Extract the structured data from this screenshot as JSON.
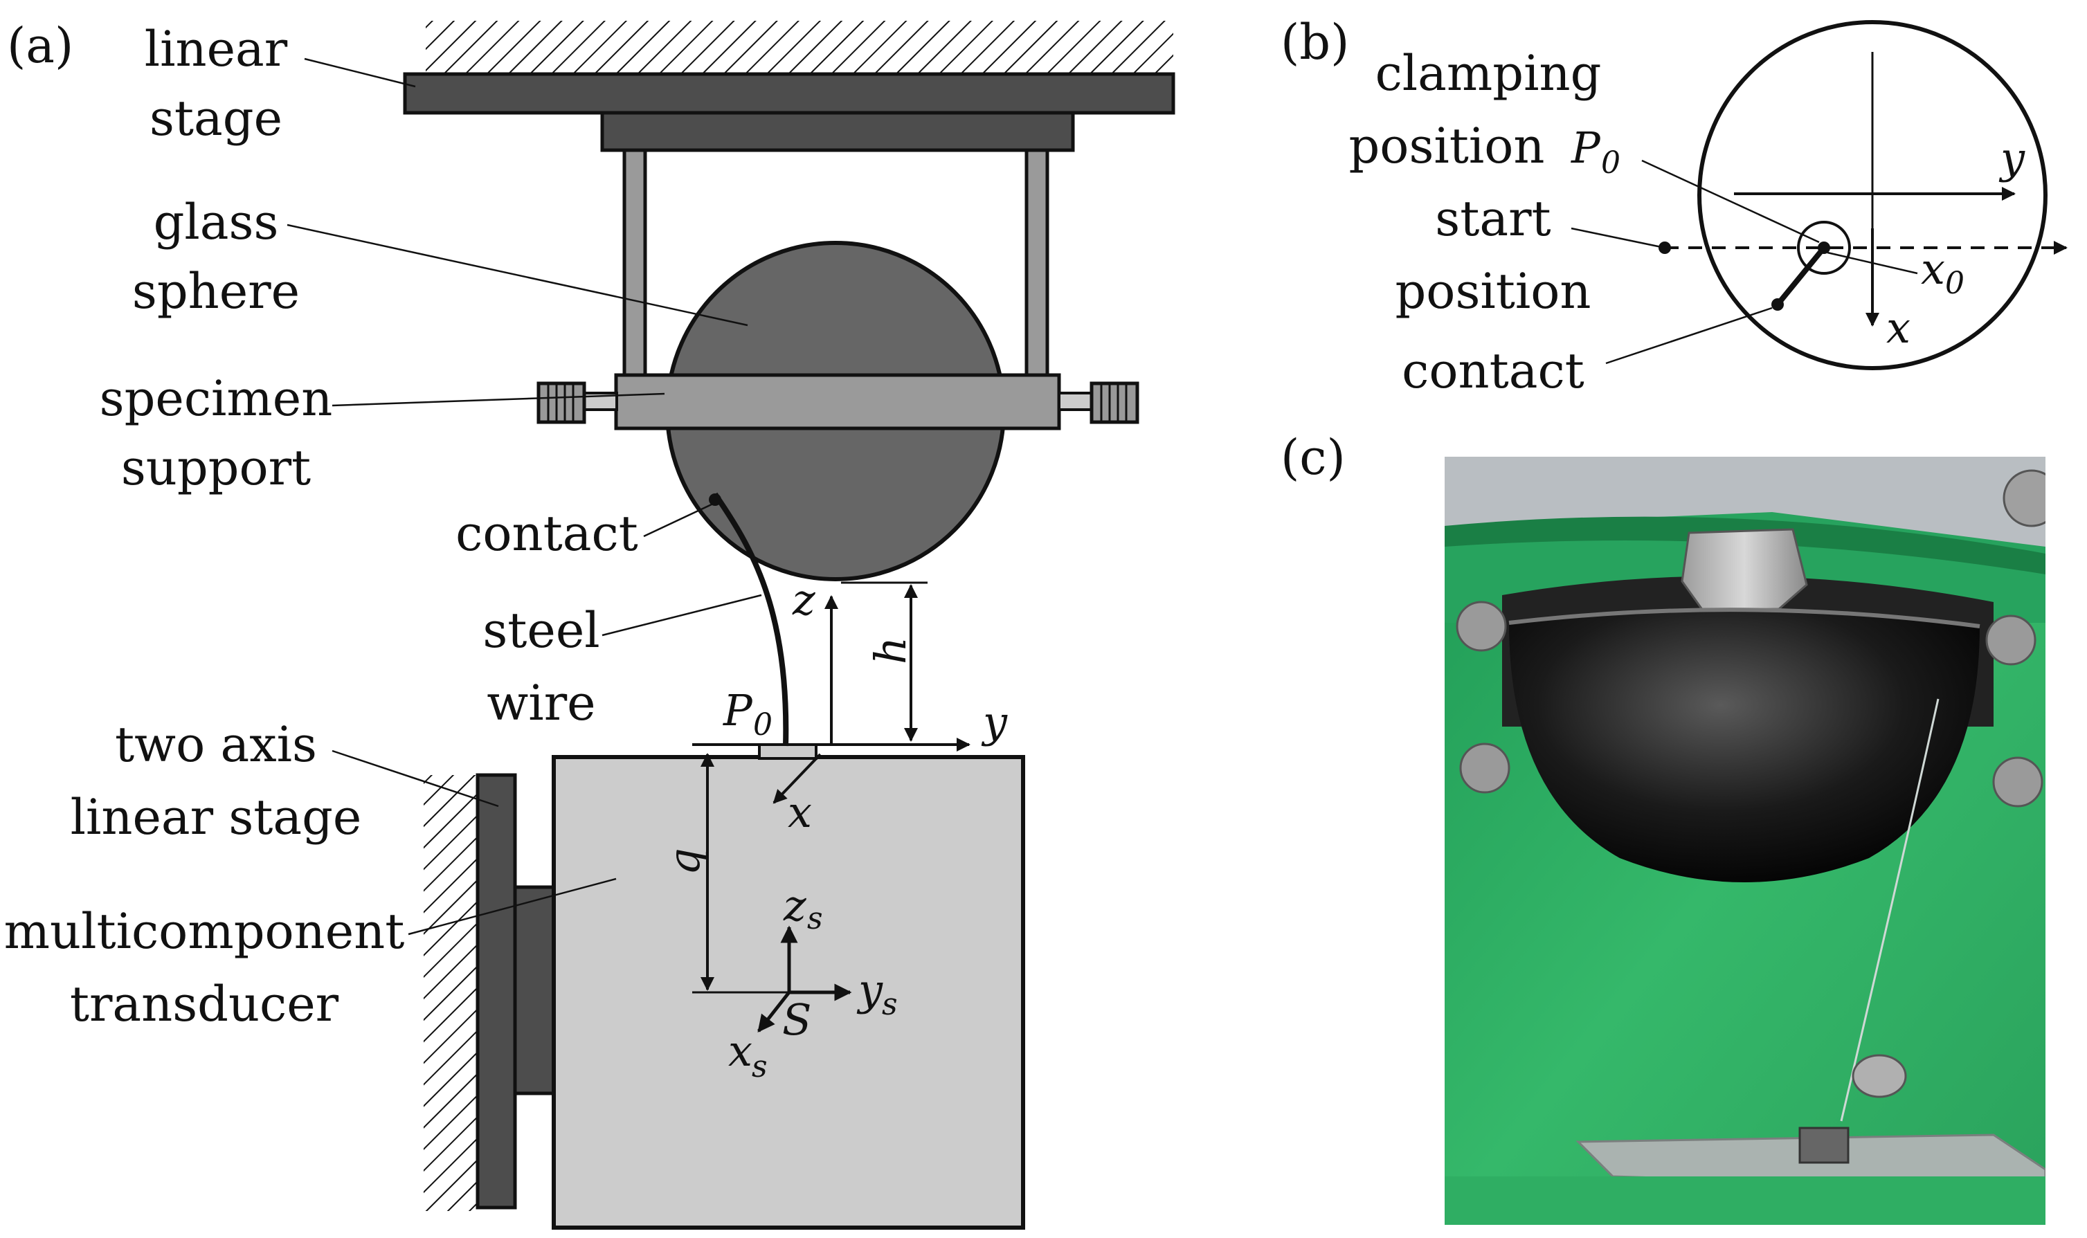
{
  "panels": {
    "a": {
      "tag": "(a)"
    },
    "b": {
      "tag": "(b)"
    },
    "c": {
      "tag": "(c)"
    }
  },
  "labels_a": {
    "linear_stage": [
      "linear",
      "stage"
    ],
    "glass_sphere": [
      "glass",
      "sphere"
    ],
    "specimen_support": [
      "specimen",
      "support"
    ],
    "contact": "contact",
    "steel_wire": [
      "steel",
      "wire"
    ],
    "two_axis_stage": [
      "two axis",
      "linear stage"
    ],
    "transducer": [
      "multicomponent",
      "transducer"
    ]
  },
  "symbols_a": {
    "x": "x",
    "y": "y",
    "z": "z",
    "h": "h",
    "q": "q",
    "P": "P",
    "P_sub": "0",
    "xs": "x",
    "ys": "y",
    "zs": "z",
    "s_sub": "s",
    "S": "S"
  },
  "labels_b": {
    "clamping": "clamping",
    "position_p0": "position",
    "P": "P",
    "P_sub": "0",
    "start": "start",
    "position": "position",
    "contact": "contact",
    "x0": "x",
    "x0_sub": "0",
    "x": "x",
    "y": "y"
  },
  "colors": {
    "dark_gray": "#4d4d4d",
    "medium_gray": "#666666",
    "light_gray": "#9a9a9a",
    "transducer_gray": "#cccccc",
    "photo_green": "#2fae63"
  }
}
